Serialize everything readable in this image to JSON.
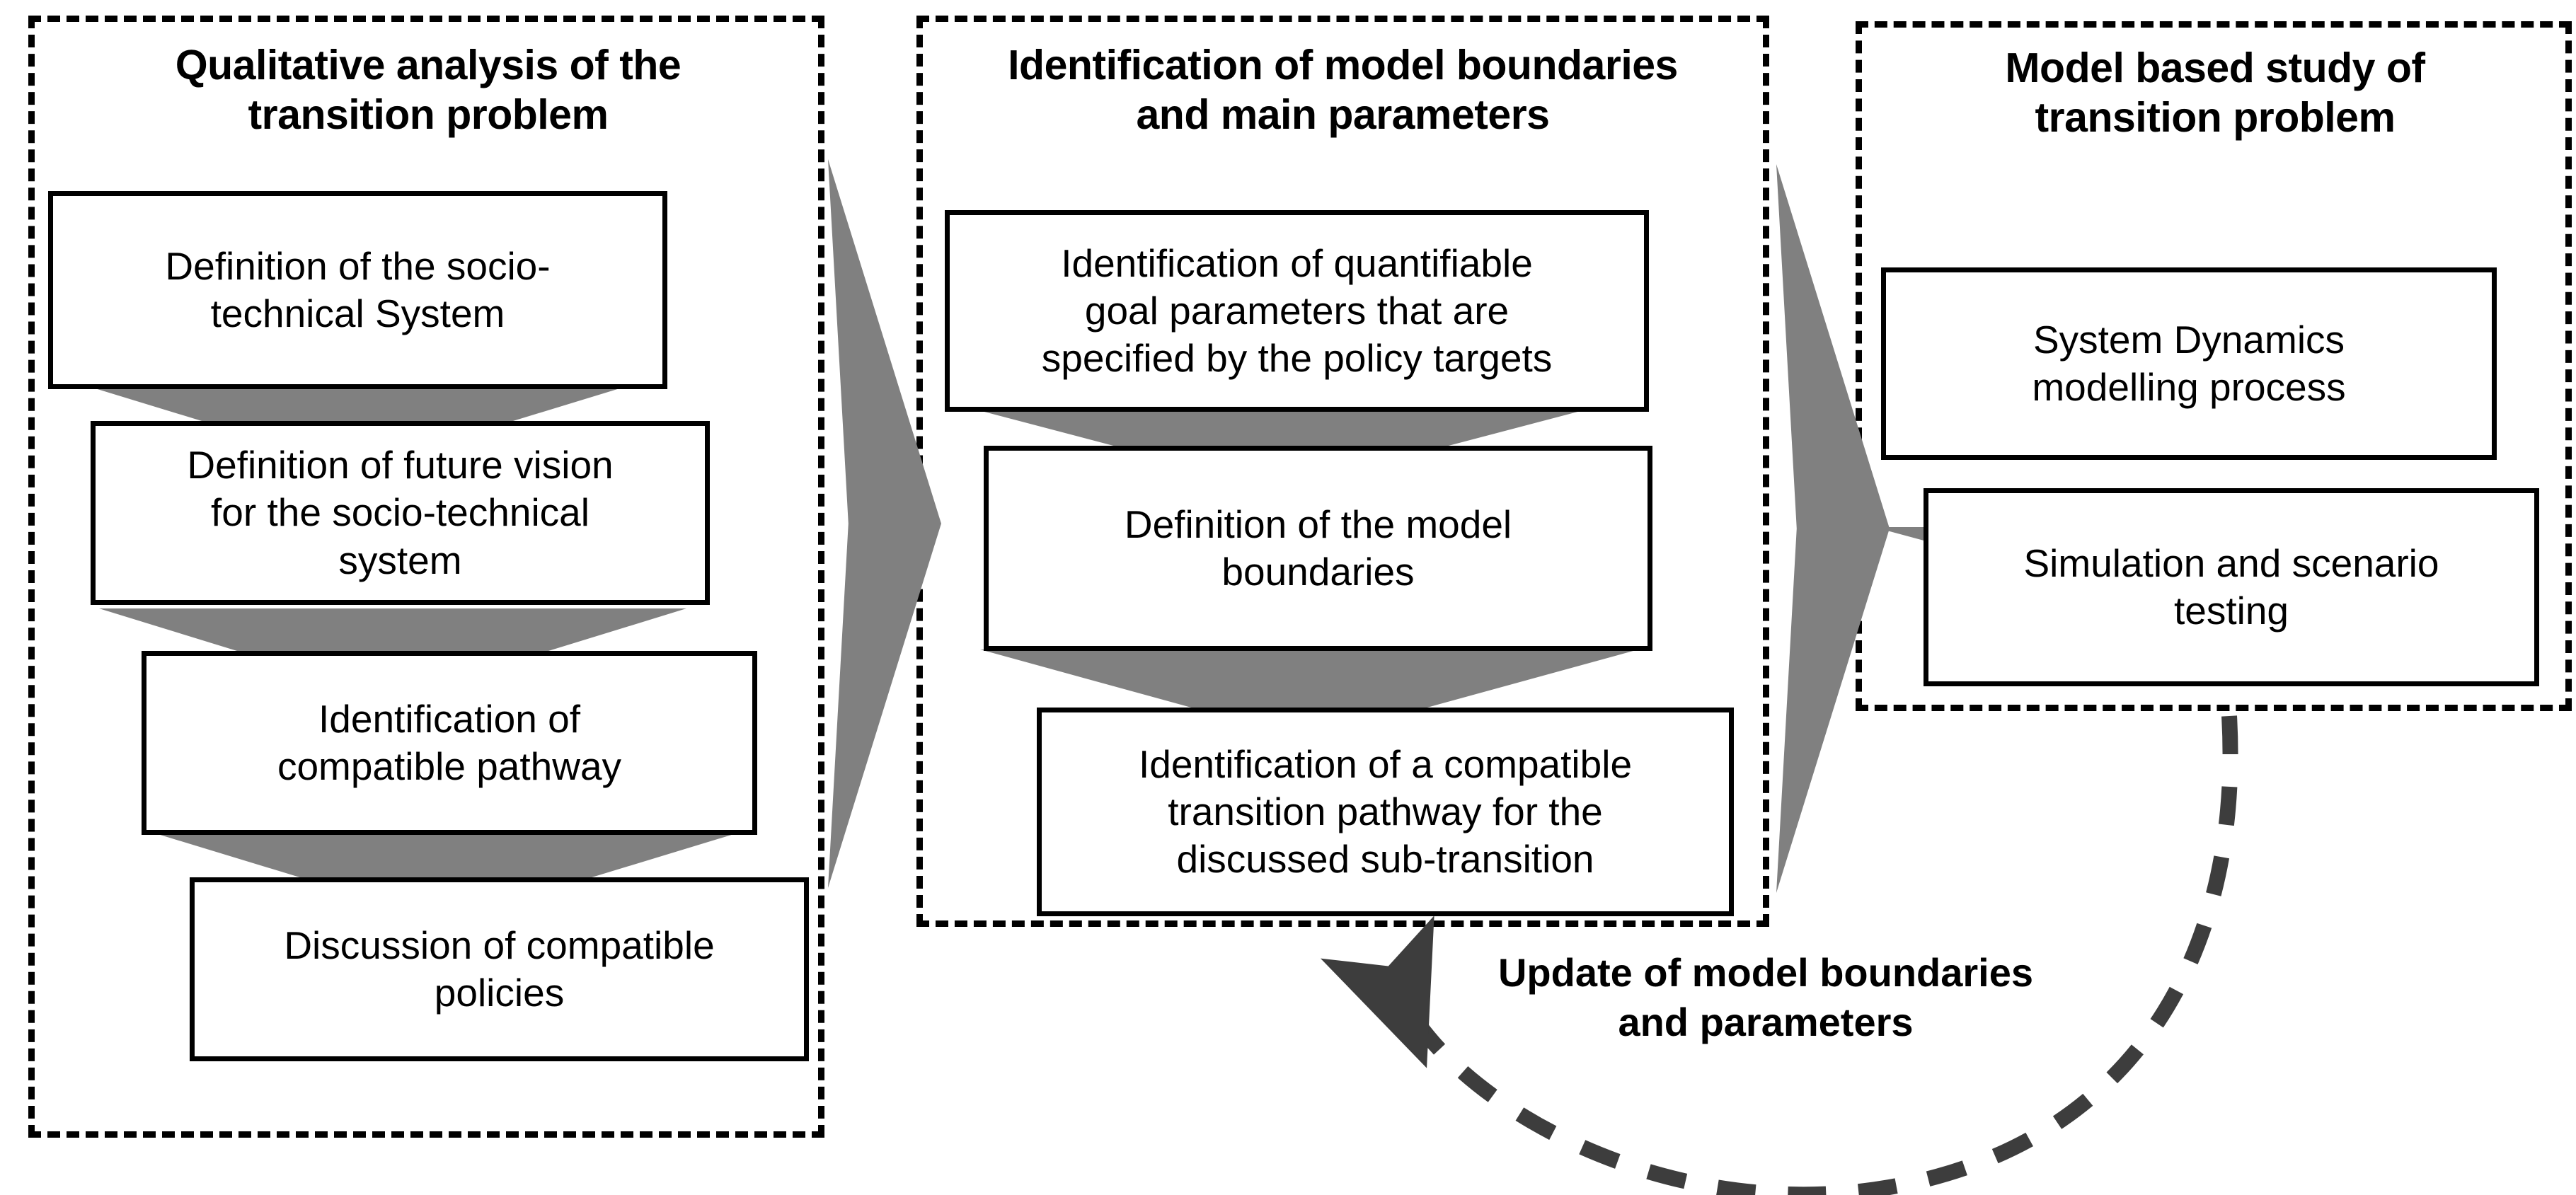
{
  "diagram": {
    "title": "Three-phase transition research methodology flowchart",
    "colors": {
      "outline": "#000000",
      "panel_border": "#000000",
      "connector_gray": "#808080",
      "feedback_gray": "#3d3d3d",
      "background": "#ffffff"
    }
  },
  "phases": [
    {
      "id": "phase-qualitative",
      "title": "Qualitative analysis of the\ntransition problem",
      "steps": [
        {
          "id": "step-define-socio-technical-system",
          "label": "Definition of the socio-\ntechnical System"
        },
        {
          "id": "step-define-future-vision",
          "label": "Definition of future vision\nfor the socio-technical\nsystem"
        },
        {
          "id": "step-identify-compatible-pathway",
          "label": "Identification of\ncompatible pathway"
        },
        {
          "id": "step-discuss-compatible-policies",
          "label": "Discussion of compatible\npolicies"
        }
      ]
    },
    {
      "id": "phase-model-boundaries",
      "title": "Identification of model boundaries\nand main parameters",
      "steps": [
        {
          "id": "step-identify-goal-parameters",
          "label": "Identification of quantifiable\ngoal parameters that are\nspecified by the policy targets"
        },
        {
          "id": "step-define-model-boundaries",
          "label": "Definition of the model\nboundaries"
        },
        {
          "id": "step-identify-transition-pathway",
          "label": "Identification of a compatible\ntransition pathway for the\ndiscussed sub-transition"
        }
      ]
    },
    {
      "id": "phase-model-based-study",
      "title": "Model based study of\ntransition problem",
      "steps": [
        {
          "id": "step-system-dynamics-modelling",
          "label": "System Dynamics\nmodelling process"
        },
        {
          "id": "step-simulation-scenario-testing",
          "label": "Simulation and scenario\ntesting"
        }
      ]
    }
  ],
  "feedback": {
    "id": "feedback-loop",
    "label": "Update of model boundaries\nand parameters",
    "direction": "from model based study back to model boundaries phase",
    "style": "dashed curved arrow"
  },
  "connectors": {
    "inter_phase_arrow_label": "phase-transition-arrow",
    "step_arrow_label": "step-down-arrow"
  }
}
